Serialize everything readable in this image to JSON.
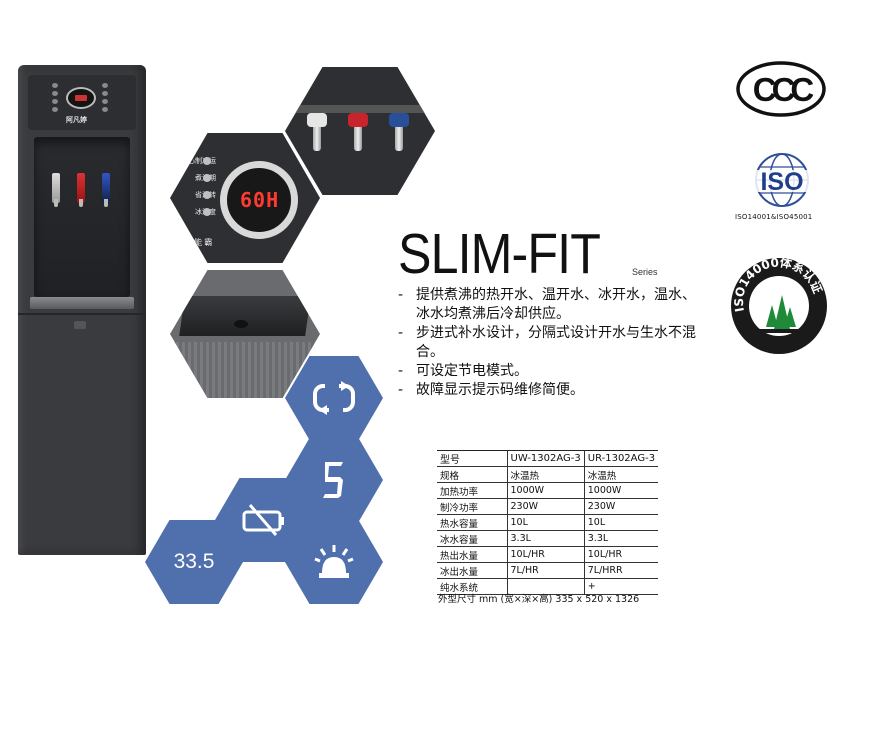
{
  "product": {
    "brand_label": "阿凡婷",
    "title": "SLIM-FIT",
    "series": "Series",
    "features": [
      "提供煮沸的热开水、温开水、冰开水，温水、冰水均煮沸后冷却供应。",
      "步进式补水设计，分隔式设计开水与生水不混合。",
      "可设定节电模式。",
      "故障显示提示码维修简便。"
    ]
  },
  "panel": {
    "display_value": "60H",
    "button_labels": [
      "心制冷运",
      "煮沸期",
      "省温转",
      "冰温度"
    ],
    "brand_label": "能 霸"
  },
  "icons": {
    "cycle": "cycle-arrows-icon",
    "digit": "seven-segment-digit-icon",
    "digit_text": "5",
    "battery": "battery-slash-icon",
    "lamp": "indicator-lamp-icon",
    "temperature_text": "33.5",
    "accent_color": "#4f6fad"
  },
  "spec_table": {
    "headers": [
      "型号",
      "UW-1302AG-3",
      "UR-1302AG-3"
    ],
    "rows": [
      [
        "规格",
        "冰温热",
        "冰温热"
      ],
      [
        "加热功率",
        "1000W",
        "1000W"
      ],
      [
        "制冷功率",
        "230W",
        "230W"
      ],
      [
        "热水容量",
        "10L",
        "10L"
      ],
      [
        "冰水容量",
        "3.3L",
        "3.3L"
      ],
      [
        "热出水量",
        "10L/HR",
        "10L/HR"
      ],
      [
        "冰出水量",
        "7L/HR",
        "7L/HRR"
      ],
      [
        "纯水系统",
        "",
        "+"
      ]
    ],
    "dimension": "外型尺寸 mm (宽×深×高) 335 x 520 x 1326"
  },
  "certifications": {
    "ccc_text": "CCC",
    "iso_text": "ISO",
    "iso_caption": "ISO14001&ISO45001",
    "env_text": "ISO14000体系认证"
  }
}
